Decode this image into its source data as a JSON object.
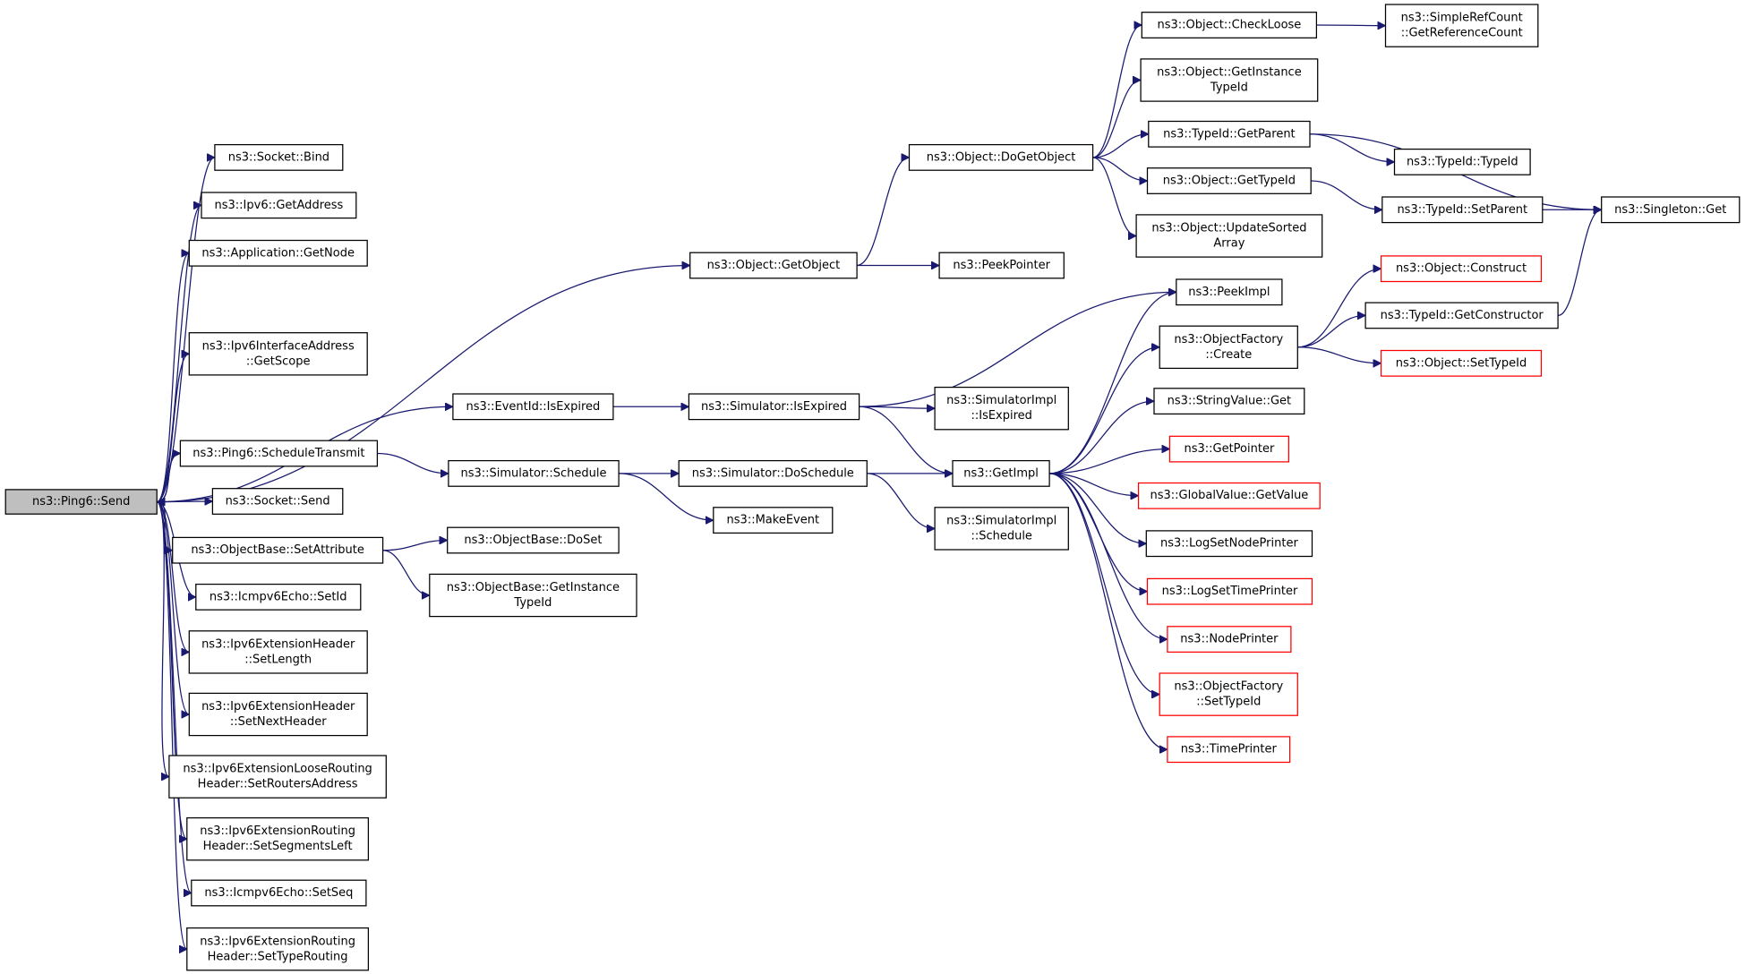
{
  "graph": {
    "colors": {
      "edge": "#191970",
      "node_border": "#000000",
      "node_border_external": "#ff0000",
      "root_fill": "#bfbfbf",
      "node_fill": "#ffffff",
      "text": "#000000"
    },
    "nodes": [
      {
        "id": "send",
        "lines": [
          "ns3::Ping6::Send"
        ],
        "root": true
      },
      {
        "id": "bind",
        "lines": [
          "ns3::Socket::Bind"
        ]
      },
      {
        "id": "getaddress",
        "lines": [
          "ns3::Ipv6::GetAddress"
        ]
      },
      {
        "id": "getnode",
        "lines": [
          "ns3::Application::GetNode"
        ]
      },
      {
        "id": "getobject",
        "lines": [
          "ns3::Object::GetObject"
        ]
      },
      {
        "id": "getscope",
        "lines": [
          "ns3::Ipv6InterfaceAddress",
          "::GetScope"
        ]
      },
      {
        "id": "eid_isexpired",
        "lines": [
          "ns3::EventId::IsExpired"
        ]
      },
      {
        "id": "scheduletransmit",
        "lines": [
          "ns3::Ping6::ScheduleTransmit"
        ]
      },
      {
        "id": "socket_send",
        "lines": [
          "ns3::Socket::Send"
        ]
      },
      {
        "id": "setattribute",
        "lines": [
          "ns3::ObjectBase::SetAttribute"
        ]
      },
      {
        "id": "setid",
        "lines": [
          "ns3::Icmpv6Echo::SetId"
        ]
      },
      {
        "id": "setlength",
        "lines": [
          "ns3::Ipv6ExtensionHeader",
          "::SetLength"
        ]
      },
      {
        "id": "setnextheader",
        "lines": [
          "ns3::Ipv6ExtensionHeader",
          "::SetNextHeader"
        ]
      },
      {
        "id": "setroutersaddress",
        "lines": [
          "ns3::Ipv6ExtensionLooseRouting",
          "Header::SetRoutersAddress"
        ]
      },
      {
        "id": "setsegmentsleft",
        "lines": [
          "ns3::Ipv6ExtensionRouting",
          "Header::SetSegmentsLeft"
        ]
      },
      {
        "id": "setseq",
        "lines": [
          "ns3::Icmpv6Echo::SetSeq"
        ]
      },
      {
        "id": "settyperouting",
        "lines": [
          "ns3::Ipv6ExtensionRouting",
          "Header::SetTypeRouting"
        ]
      },
      {
        "id": "sim_schedule",
        "lines": [
          "ns3::Simulator::Schedule"
        ]
      },
      {
        "id": "doset",
        "lines": [
          "ns3::ObjectBase::DoSet"
        ]
      },
      {
        "id": "ob_getinstancetypeid",
        "lines": [
          "ns3::ObjectBase::GetInstance",
          "TypeId"
        ]
      },
      {
        "id": "sim_isexpired",
        "lines": [
          "ns3::Simulator::IsExpired"
        ]
      },
      {
        "id": "doschedule",
        "lines": [
          "ns3::Simulator::DoSchedule"
        ]
      },
      {
        "id": "makeevent",
        "lines": [
          "ns3::MakeEvent"
        ]
      },
      {
        "id": "dogetobject",
        "lines": [
          "ns3::Object::DoGetObject"
        ]
      },
      {
        "id": "peekpointer",
        "lines": [
          "ns3::PeekPointer"
        ]
      },
      {
        "id": "simimpl_isexpired",
        "lines": [
          "ns3::SimulatorImpl",
          "::IsExpired"
        ]
      },
      {
        "id": "getimpl",
        "lines": [
          "ns3::GetImpl"
        ]
      },
      {
        "id": "simimpl_schedule",
        "lines": [
          "ns3::SimulatorImpl",
          "::Schedule"
        ]
      },
      {
        "id": "checkloose",
        "lines": [
          "ns3::Object::CheckLoose"
        ]
      },
      {
        "id": "obj_getinstancetypeid",
        "lines": [
          "ns3::Object::GetInstance",
          "TypeId"
        ]
      },
      {
        "id": "tid_getparent",
        "lines": [
          "ns3::TypeId::GetParent"
        ]
      },
      {
        "id": "obj_gettypeid",
        "lines": [
          "ns3::Object::GetTypeId"
        ]
      },
      {
        "id": "updatesorted",
        "lines": [
          "ns3::Object::UpdateSorted",
          "Array"
        ]
      },
      {
        "id": "peekimpl",
        "lines": [
          "ns3::PeekImpl"
        ]
      },
      {
        "id": "of_create",
        "lines": [
          "ns3::ObjectFactory",
          "::Create"
        ]
      },
      {
        "id": "stringvalue_get",
        "lines": [
          "ns3::StringValue::Get"
        ]
      },
      {
        "id": "getpointer",
        "lines": [
          "ns3::GetPointer"
        ],
        "external": true
      },
      {
        "id": "globalvalue_getvalue",
        "lines": [
          "ns3::GlobalValue::GetValue"
        ],
        "external": true
      },
      {
        "id": "logsetnodeprinter",
        "lines": [
          "ns3::LogSetNodePrinter"
        ]
      },
      {
        "id": "logsettimeprinter",
        "lines": [
          "ns3::LogSetTimePrinter"
        ],
        "external": true
      },
      {
        "id": "nodeprinter",
        "lines": [
          "ns3::NodePrinter"
        ],
        "external": true
      },
      {
        "id": "of_settypeid",
        "lines": [
          "ns3::ObjectFactory",
          "::SetTypeId"
        ],
        "external": true
      },
      {
        "id": "timeprinter",
        "lines": [
          "ns3::TimePrinter"
        ],
        "external": true
      },
      {
        "id": "getreferencecount",
        "lines": [
          "ns3::SimpleRefCount",
          "::GetReferenceCount"
        ]
      },
      {
        "id": "tid_typeid",
        "lines": [
          "ns3::TypeId::TypeId"
        ]
      },
      {
        "id": "tid_setparent",
        "lines": [
          "ns3::TypeId::SetParent"
        ]
      },
      {
        "id": "singleton_get",
        "lines": [
          "ns3::Singleton::Get"
        ]
      },
      {
        "id": "obj_construct",
        "lines": [
          "ns3::Object::Construct"
        ],
        "external": true
      },
      {
        "id": "tid_getconstructor",
        "lines": [
          "ns3::TypeId::GetConstructor"
        ]
      },
      {
        "id": "obj_settypeid",
        "lines": [
          "ns3::Object::SetTypeId"
        ],
        "external": true
      }
    ],
    "edges": [
      [
        "send",
        "bind"
      ],
      [
        "send",
        "getaddress"
      ],
      [
        "send",
        "getnode"
      ],
      [
        "send",
        "getobject"
      ],
      [
        "send",
        "getscope"
      ],
      [
        "send",
        "eid_isexpired"
      ],
      [
        "send",
        "scheduletransmit"
      ],
      [
        "send",
        "socket_send"
      ],
      [
        "send",
        "setattribute"
      ],
      [
        "send",
        "setid"
      ],
      [
        "send",
        "setlength"
      ],
      [
        "send",
        "setnextheader"
      ],
      [
        "send",
        "setroutersaddress"
      ],
      [
        "send",
        "setsegmentsleft"
      ],
      [
        "send",
        "setseq"
      ],
      [
        "send",
        "settyperouting"
      ],
      [
        "scheduletransmit",
        "send"
      ],
      [
        "scheduletransmit",
        "sim_schedule"
      ],
      [
        "setattribute",
        "doset"
      ],
      [
        "setattribute",
        "ob_getinstancetypeid"
      ],
      [
        "getobject",
        "dogetobject"
      ],
      [
        "getobject",
        "peekpointer"
      ],
      [
        "eid_isexpired",
        "sim_isexpired"
      ],
      [
        "sim_isexpired",
        "peekimpl"
      ],
      [
        "sim_isexpired",
        "simimpl_isexpired"
      ],
      [
        "sim_isexpired",
        "getimpl"
      ],
      [
        "sim_schedule",
        "doschedule"
      ],
      [
        "sim_schedule",
        "makeevent"
      ],
      [
        "doschedule",
        "getimpl"
      ],
      [
        "doschedule",
        "simimpl_schedule"
      ],
      [
        "dogetobject",
        "checkloose"
      ],
      [
        "dogetobject",
        "obj_getinstancetypeid"
      ],
      [
        "dogetobject",
        "tid_getparent"
      ],
      [
        "dogetobject",
        "obj_gettypeid"
      ],
      [
        "dogetobject",
        "updatesorted"
      ],
      [
        "checkloose",
        "getreferencecount"
      ],
      [
        "tid_getparent",
        "tid_typeid"
      ],
      [
        "tid_getparent",
        "singleton_get"
      ],
      [
        "obj_gettypeid",
        "tid_setparent"
      ],
      [
        "tid_setparent",
        "singleton_get"
      ],
      [
        "getimpl",
        "peekimpl"
      ],
      [
        "getimpl",
        "of_create"
      ],
      [
        "getimpl",
        "stringvalue_get"
      ],
      [
        "getimpl",
        "getpointer"
      ],
      [
        "getimpl",
        "globalvalue_getvalue"
      ],
      [
        "getimpl",
        "logsetnodeprinter"
      ],
      [
        "getimpl",
        "logsettimeprinter"
      ],
      [
        "getimpl",
        "nodeprinter"
      ],
      [
        "getimpl",
        "of_settypeid"
      ],
      [
        "getimpl",
        "timeprinter"
      ],
      [
        "of_create",
        "obj_construct"
      ],
      [
        "of_create",
        "tid_getconstructor"
      ],
      [
        "of_create",
        "obj_settypeid"
      ],
      [
        "tid_getconstructor",
        "singleton_get"
      ]
    ]
  }
}
